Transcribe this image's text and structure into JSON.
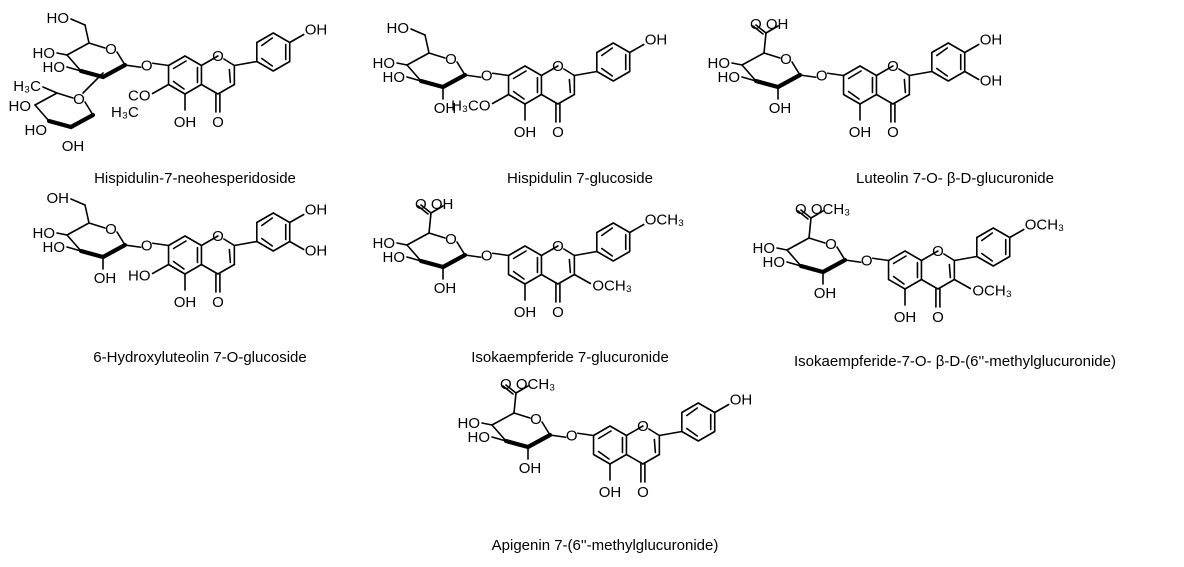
{
  "compounds": [
    {
      "caption": "Hispidulin-7-neohesperidoside",
      "aglycone_labels": {
        "oh_top": "OH",
        "ring_o": "O",
        "oh_5": "OH",
        "keto_o": "O",
        "sub_6": "CO"
      },
      "sugar_labels": {
        "ch2oh": "HO",
        "oh_4": "HO",
        "oh_3": "HO",
        "oh_2": "",
        "link_o": "O"
      },
      "extra_labels": {
        "rham_ch3": "H₃C",
        "rham_oh_a": "HO",
        "rham_oh_b": "HO",
        "rham_oh_c": "OH",
        "rham_h3c": "H₃C",
        "me": "H₃C"
      }
    },
    {
      "caption": "Hispidulin 7-glucoside",
      "aglycone_labels": {
        "oh_top": "OH",
        "ring_o": "O",
        "oh_5": "OH",
        "keto_o": "O",
        "sub_6": "H₃CO"
      },
      "sugar_labels": {
        "ch2oh": "HO",
        "oh_4": "HO",
        "oh_3": "HO",
        "oh_2": "OH",
        "link_o": "O"
      }
    },
    {
      "caption": "Luteolin 7-O- β-D-glucuronide",
      "aglycone_labels": {
        "oh_top": "OH",
        "oh_top2": "OH",
        "ring_o": "O",
        "oh_5": "OH",
        "keto_o": "O"
      },
      "sugar_labels": {
        "acid": "O  OH",
        "oh_4": "HO",
        "oh_3": "HO",
        "oh_2": "OH",
        "link_o": "O"
      }
    },
    {
      "caption": "6-Hydroxyluteolin 7-O-glucoside",
      "aglycone_labels": {
        "oh_top": "OH",
        "oh_top2": "OH",
        "ring_o": "O",
        "oh_5": "OH",
        "keto_o": "O",
        "sub_6": "HO"
      },
      "sugar_labels": {
        "ch2oh": "OH",
        "oh_4": "HO",
        "oh_3": "HO",
        "oh_2": "OH",
        "link_o": "O"
      }
    },
    {
      "caption": "Isokaempferide 7-glucuronide",
      "aglycone_labels": {
        "oh_top": "OCH₃",
        "ring_o": "O",
        "oh_5": "OH",
        "keto_o": "O",
        "sub_3": "OCH₃"
      },
      "sugar_labels": {
        "acid": "O  OH",
        "oh_4": "HO",
        "oh_3": "HO",
        "oh_2": "OH",
        "link_o": "O"
      }
    },
    {
      "caption": "Isokaempferide-7-O- β-D-(6''-methylglucuronide)",
      "aglycone_labels": {
        "oh_top": "OCH₃",
        "ring_o": "O",
        "oh_5": "OH",
        "keto_o": "O",
        "sub_3": "OCH₃"
      },
      "sugar_labels": {
        "acid": "O  OCH₃",
        "oh_4": "HO",
        "oh_3": "HO",
        "oh_2": "OH",
        "link_o": "O"
      }
    },
    {
      "caption": "Apigenin 7-(6''-methylglucuronide)",
      "aglycone_labels": {
        "oh_top": "OH",
        "ring_o": "O",
        "oh_5": "OH",
        "keto_o": "O"
      },
      "sugar_labels": {
        "acid": "O  OCH₃",
        "oh_4": "HO",
        "oh_3": "HO",
        "oh_2": "OH",
        "link_o": "O"
      }
    }
  ]
}
